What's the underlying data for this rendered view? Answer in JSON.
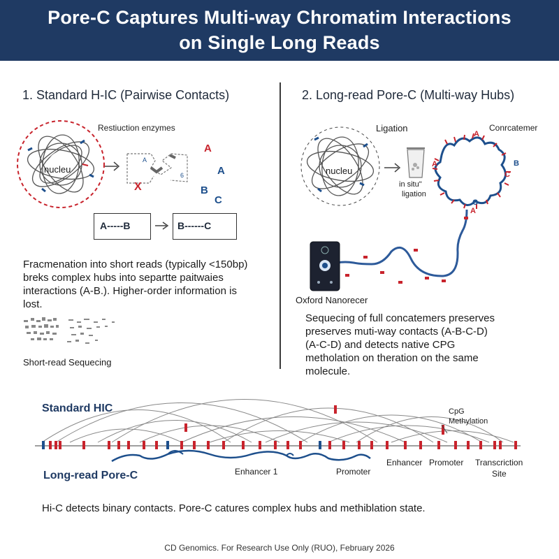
{
  "header": {
    "title_line1": "Pore-C Captures Multi-way Chromatim Interactions",
    "title_line2": "on Single Long Reads"
  },
  "left": {
    "title": "1. Standard H-IC (Pairwise Contacts)",
    "enzymes_label": "Restiuction enzymes",
    "nucleus_label": "nucleu",
    "frag_labels": [
      "A",
      "6"
    ],
    "scatter_letters": [
      "A",
      "A",
      "B",
      "C"
    ],
    "x_mark": "X",
    "box1": "A-----B",
    "box2": "B------C",
    "desc_lines": [
      "Fracmenation into short reads (typically <150bp)",
      "breks complex hubs into separtte paitwaies",
      "interactions (A-B.). Higher-order information is",
      "lost."
    ],
    "short_read_label": "Short-read Sequecing"
  },
  "right": {
    "title": "2. Long-read Pore-C (Multi-way Hubs)",
    "ligation_label": "Ligation",
    "nucleus_label": "nucleu",
    "insitu_line1": "in situ\"",
    "insitu_line2": "ligation",
    "concatemer_label": "Conrcatemer",
    "ring_letters": [
      "A",
      "A",
      "B",
      "C",
      "C",
      "A"
    ],
    "device_label": "Oxford Nanorecer",
    "desc_lines": [
      "Sequecing of full concatemers preserves",
      "preserves muti-way contacts (A-B-C-D)",
      "(A-C-D) and detects native  CPG",
      "metholation on theration on the same",
      "molecule."
    ]
  },
  "bottom": {
    "standard_label": "Standard HIC",
    "longread_label": "Long-read Pore-C",
    "cpg_line1": "CpG",
    "cpg_line2": "Methylation",
    "enhancer1": "Enhancer 1",
    "promoter1": "Promoter",
    "enhancer2": "Enhancer",
    "promoter2": "Promoter",
    "tss_line1": "Transcriction",
    "tss_line2": "Site",
    "summary": "Hi-C detects binary contacts. Pore-C catures complex hubs and methiblation state."
  },
  "footer": "CD Genomics. For Research Use Only (RUO), February 2026",
  "colors": {
    "header": "#1f3a63",
    "red": "#c8232c",
    "blue": "#1d4f8c",
    "dark": "#1f2a3a"
  }
}
